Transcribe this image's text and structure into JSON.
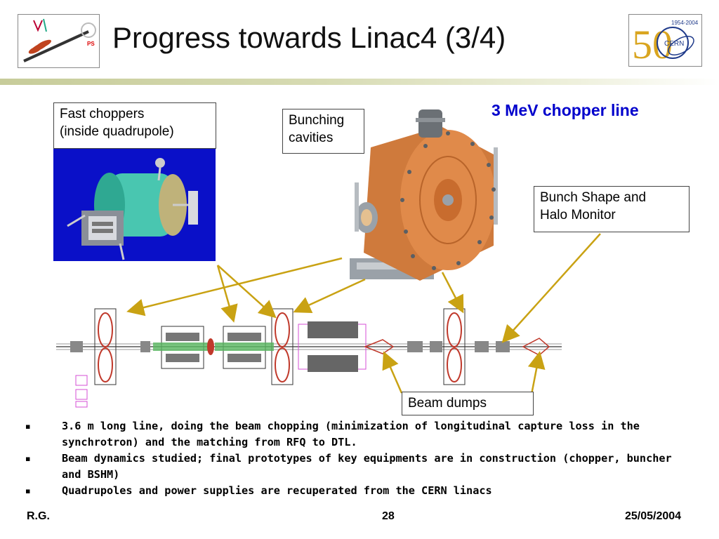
{
  "slide": {
    "title": "Progress towards Linac4 (3/4)",
    "heading": "3 MeV chopper line"
  },
  "labels": {
    "fast_choppers": [
      "Fast choppers",
      "(inside quadrupole)"
    ],
    "bunching_cavities": [
      "Bunching",
      "cavities"
    ],
    "bshm": [
      "Bunch Shape and",
      "Halo Monitor"
    ],
    "beam_dumps": "Beam dumps"
  },
  "logos": {
    "left_logo_text": "PS",
    "cern_logo_years": "1954-2004",
    "cern_logo_name": "CERN",
    "cern_logo_number": "50"
  },
  "bullets": [
    "3.6 m long line, doing the beam chopping (minimization of longitudinal capture loss in the synchrotron) and the matching from RFQ to DTL.",
    "Beam dynamics studied; final prototypes of key equipments are in construction (chopper, buncher and BSHM)",
    "Quadrupoles and power supplies are recuperated from the CERN linacs"
  ],
  "footer": {
    "left": "R.G.",
    "center": "28",
    "right": "25/05/2004"
  },
  "colors": {
    "heading": "#0000cc",
    "arrow": "#c9a213",
    "copper": "#d9803f",
    "panel_blue": "#0a10c8",
    "magnet_red": "#c0392b",
    "magenta": "#d64fd6"
  }
}
